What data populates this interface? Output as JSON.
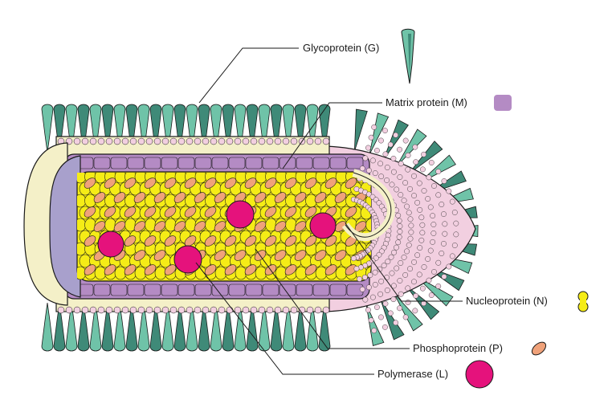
{
  "labels": {
    "glycoprotein": "Glycoprotein (G)",
    "matrix": "Matrix protein (M)",
    "nucleoprotein": "Nucleoprotein (N)",
    "phosphoprotein": "Phosphoprotein (P)",
    "polymerase": "Polymerase (L)"
  },
  "colors": {
    "glycoprotein_light": "#6fc3a8",
    "glycoprotein_dark": "#3f8a78",
    "matrix": "#b48bc4",
    "membrane_head": "#f2cfe0",
    "membrane_tail": "#f4f0c8",
    "nucleoprotein": "#f5ec16",
    "phosphoprotein": "#f0a27a",
    "polymerase": "#e5127c",
    "cavity": "#a8a0cc",
    "outline": "#1a1a1a"
  },
  "icons": [
    "glycoprotein-spike-icon",
    "matrix-square-icon",
    "nucleoprotein-peanut-icon",
    "phosphoprotein-ellipse-icon",
    "polymerase-circle-icon"
  ]
}
